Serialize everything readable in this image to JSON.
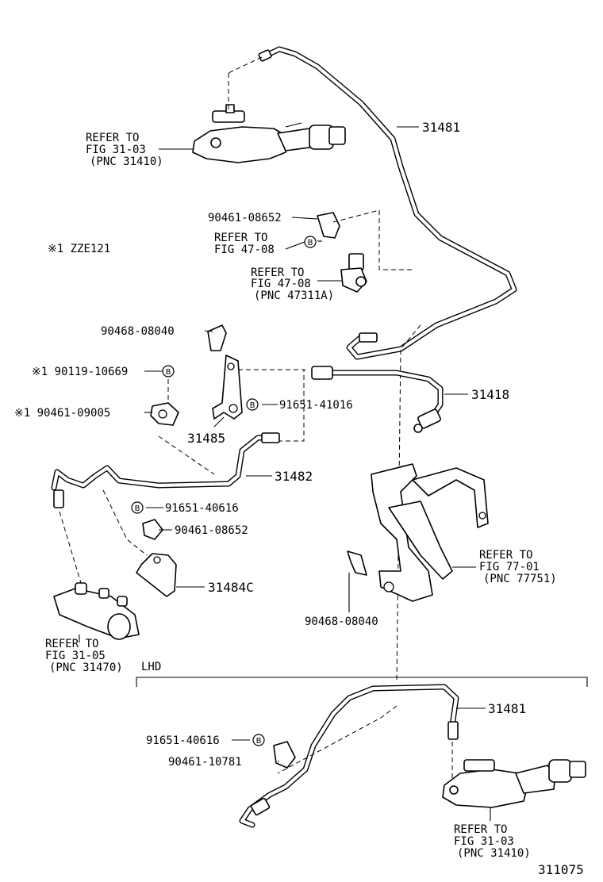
{
  "diagram": {
    "callouts": {
      "p31481_top": "31481",
      "p31418": "31418",
      "p31482": "31482",
      "p31485": "31485",
      "p31484c": "31484C",
      "p31481_lhd": "31481",
      "p90461_08652_a": "90461-08652",
      "p90468_08040_a": "90468-08040",
      "p90119_10669": "※1 90119-10669",
      "p91651_41016": "91651-41016",
      "p90461_09005": "※1 90461-09005",
      "p91651_40616_a": "91651-40616",
      "p90461_08652_b": "90461-08652",
      "p90468_08040_b": "90468-08040",
      "p91651_40616_b": "91651-40616",
      "p90461_10781": "90461-10781"
    },
    "refs": {
      "master_top": [
        "REFER TO",
        "FIG 31-03",
        "(PNC 31410)"
      ],
      "fig47_a": [
        "REFER TO",
        "FIG 47-08"
      ],
      "fig47_b": [
        "REFER TO",
        "FIG 47-08",
        "(PNC 47311A)"
      ],
      "fig77": [
        "REFER TO",
        "FIG 77-01",
        "(PNC 77751)"
      ],
      "fig31_05": [
        "REFER TO",
        "FIG 31-05",
        "(PNC 31470)"
      ],
      "master_lhd": [
        "REFER TO",
        "FIG 31-03",
        "(PNC 31410)"
      ]
    },
    "note": "※1 ZZE121",
    "section": "LHD",
    "fig_number": "311075",
    "bolt_marker": "B"
  }
}
